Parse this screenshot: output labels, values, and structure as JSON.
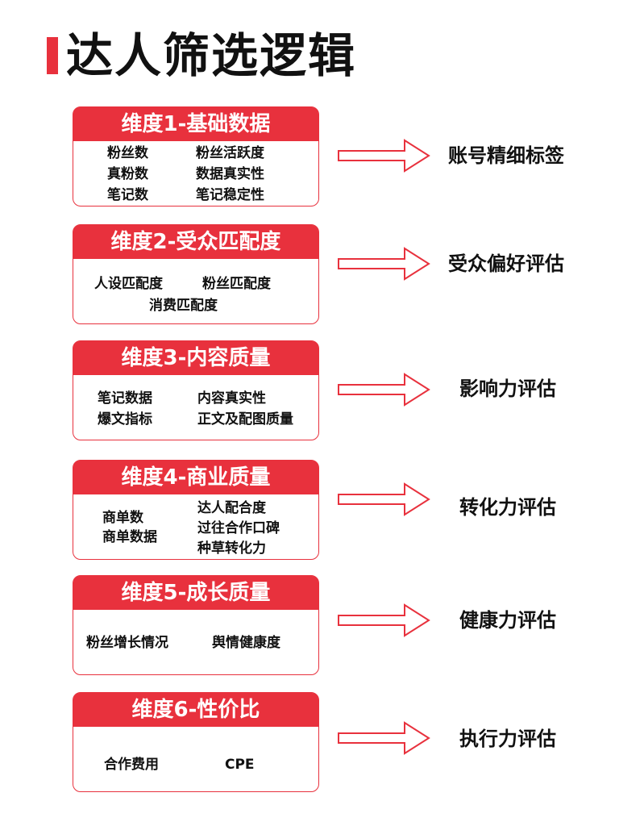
{
  "title": "达人筛选逻辑",
  "accent_color": "#e8313d",
  "dimensions": [
    {
      "header": "维度1-基础数据",
      "items": [
        "粉丝数",
        "粉丝活跃度",
        "真粉数",
        "数据真实性",
        "笔记数",
        "笔记稳定性"
      ],
      "outcome": "账号精细标签"
    },
    {
      "header": "维度2-受众匹配度",
      "items": [
        "人设匹配度",
        "粉丝匹配度",
        "消费匹配度"
      ],
      "outcome": "受众偏好评估"
    },
    {
      "header": "维度3-内容质量",
      "items": [
        "笔记数据",
        "内容真实性",
        "爆文指标",
        "正文及配图质量"
      ],
      "outcome": "影响力评估"
    },
    {
      "header": "维度4-商业质量",
      "items": [
        "商单数",
        "商单数据",
        "达人配合度",
        "过往合作口碑",
        "种草转化力"
      ],
      "outcome": "转化力评估"
    },
    {
      "header": "维度5-成长质量",
      "items": [
        "粉丝增长情况",
        "舆情健康度"
      ],
      "outcome": "健康力评估"
    },
    {
      "header": "维度6-性价比",
      "items": [
        "合作费用",
        "CPE"
      ],
      "outcome": "执行力评估"
    }
  ]
}
